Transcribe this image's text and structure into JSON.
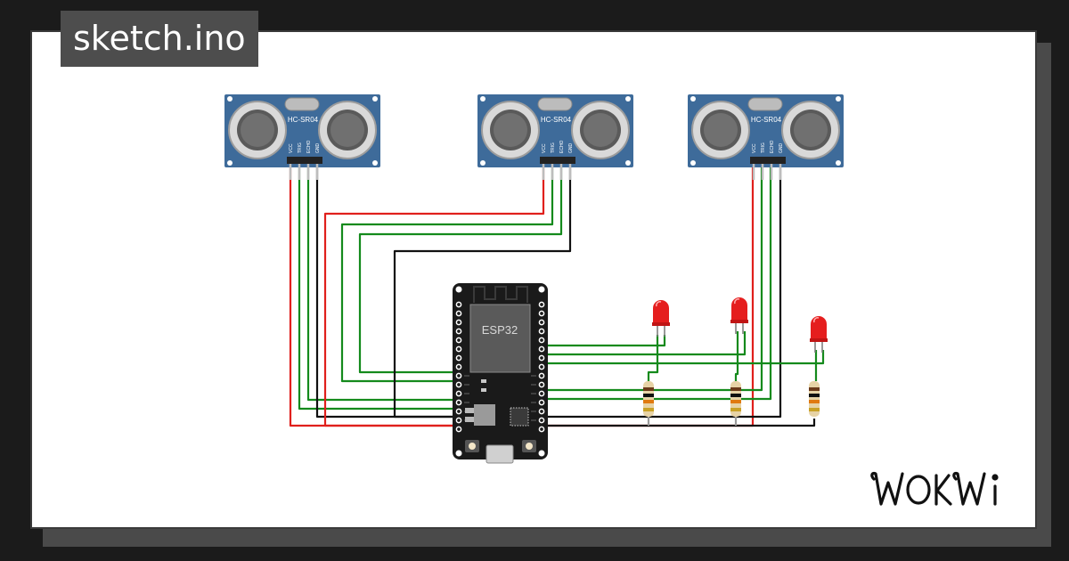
{
  "header": {
    "title": "sketch.ino"
  },
  "brand": {
    "logo_text": "WOKWi"
  },
  "components": {
    "sensors": [
      {
        "model": "HC-SR04",
        "pins": [
          "VCC",
          "TRIG",
          "ECHO",
          "GND"
        ]
      },
      {
        "model": "HC-SR04",
        "pins": [
          "VCC",
          "TRIG",
          "ECHO",
          "GND"
        ]
      },
      {
        "model": "HC-SR04",
        "pins": [
          "VCC",
          "TRIG",
          "ECHO",
          "GND"
        ]
      }
    ],
    "board": {
      "label": "ESP32"
    },
    "leds": [
      {
        "color": "red"
      },
      {
        "color": "red"
      },
      {
        "color": "red"
      }
    ],
    "resistors": [
      {
        "bands": [
          "brown",
          "black",
          "orange",
          "gold"
        ]
      },
      {
        "bands": [
          "brown",
          "black",
          "orange",
          "gold"
        ]
      },
      {
        "bands": [
          "brown",
          "black",
          "orange",
          "gold"
        ]
      }
    ]
  },
  "colors": {
    "wire_red": "#e0201c",
    "wire_green": "#148a1c",
    "wire_black": "#111111",
    "sensor_blue": "#3e6b9a",
    "board_black": "#1a1a1a",
    "led_red": "#e51e1e"
  }
}
